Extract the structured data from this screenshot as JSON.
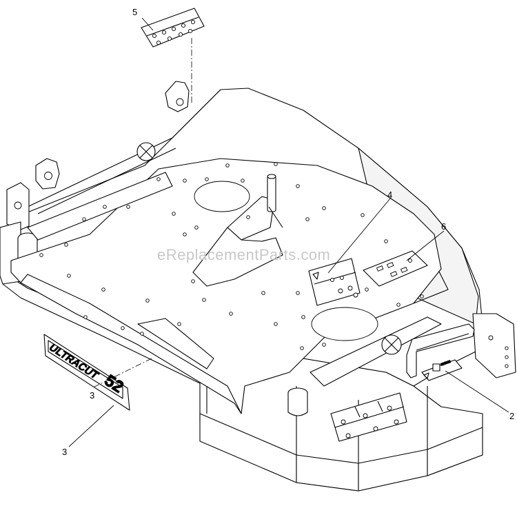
{
  "callouts": [
    {
      "id": "5",
      "text": "5"
    },
    {
      "id": "4",
      "text": "4"
    },
    {
      "id": "6",
      "text": "6"
    },
    {
      "id": "2",
      "text": "2"
    },
    {
      "id": "3a",
      "text": "3"
    },
    {
      "id": "3b",
      "text": "3"
    }
  ],
  "watermark": "eReplacementParts.com",
  "decal": {
    "logo_text": "ULTRACUT",
    "number": "52"
  }
}
